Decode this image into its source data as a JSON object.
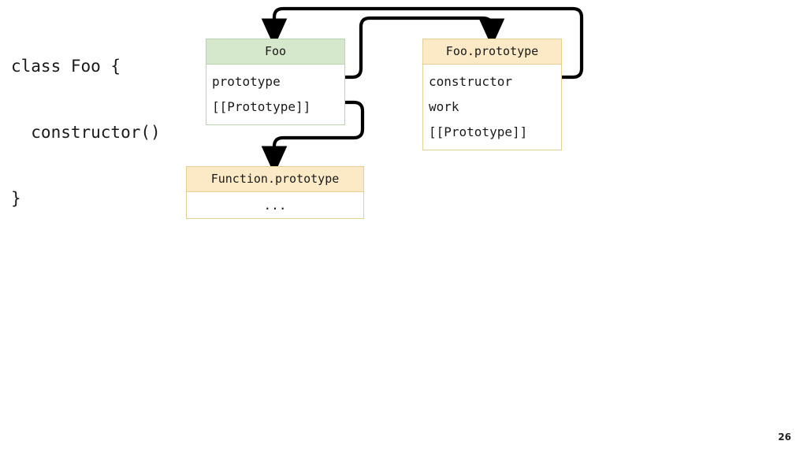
{
  "slide": {
    "page_number": "26",
    "background_color": "#ffffff"
  },
  "code": {
    "line1": "class Foo {",
    "line2": "  constructor()",
    "line3": "}"
  },
  "diagram": {
    "type": "uml-object-diagram",
    "boxes": [
      {
        "id": "foo",
        "title": "Foo",
        "header_color": "#d6e8cc",
        "border_color": "#b9d6ab",
        "rows": [
          "prototype",
          "[[Prototype]]"
        ]
      },
      {
        "id": "foo-prototype",
        "title": "Foo.prototype",
        "header_color": "#fbeac5",
        "border_color": "#e6cf93",
        "rows": [
          "constructor",
          "work",
          "[[Prototype]]"
        ]
      },
      {
        "id": "function-prototype",
        "title": "Function.prototype",
        "header_color": "#fbeac5",
        "border_color": "#e6cf93",
        "rows": [
          "..."
        ]
      }
    ],
    "arrows": [
      {
        "id": "foo-prototype-to-foo-prototype-box",
        "from": "Foo.prototype (row)",
        "to": "Foo.prototype (box)",
        "color": "#000000"
      },
      {
        "id": "foo-proto-constructor-to-foo",
        "from": "Foo.prototype.constructor (row)",
        "to": "Foo (box)",
        "color": "#000000"
      },
      {
        "id": "foo-internal-proto-to-function-prototype",
        "from": "Foo.[[Prototype]] (row)",
        "to": "Function.prototype (box)",
        "color": "#000000"
      }
    ]
  }
}
